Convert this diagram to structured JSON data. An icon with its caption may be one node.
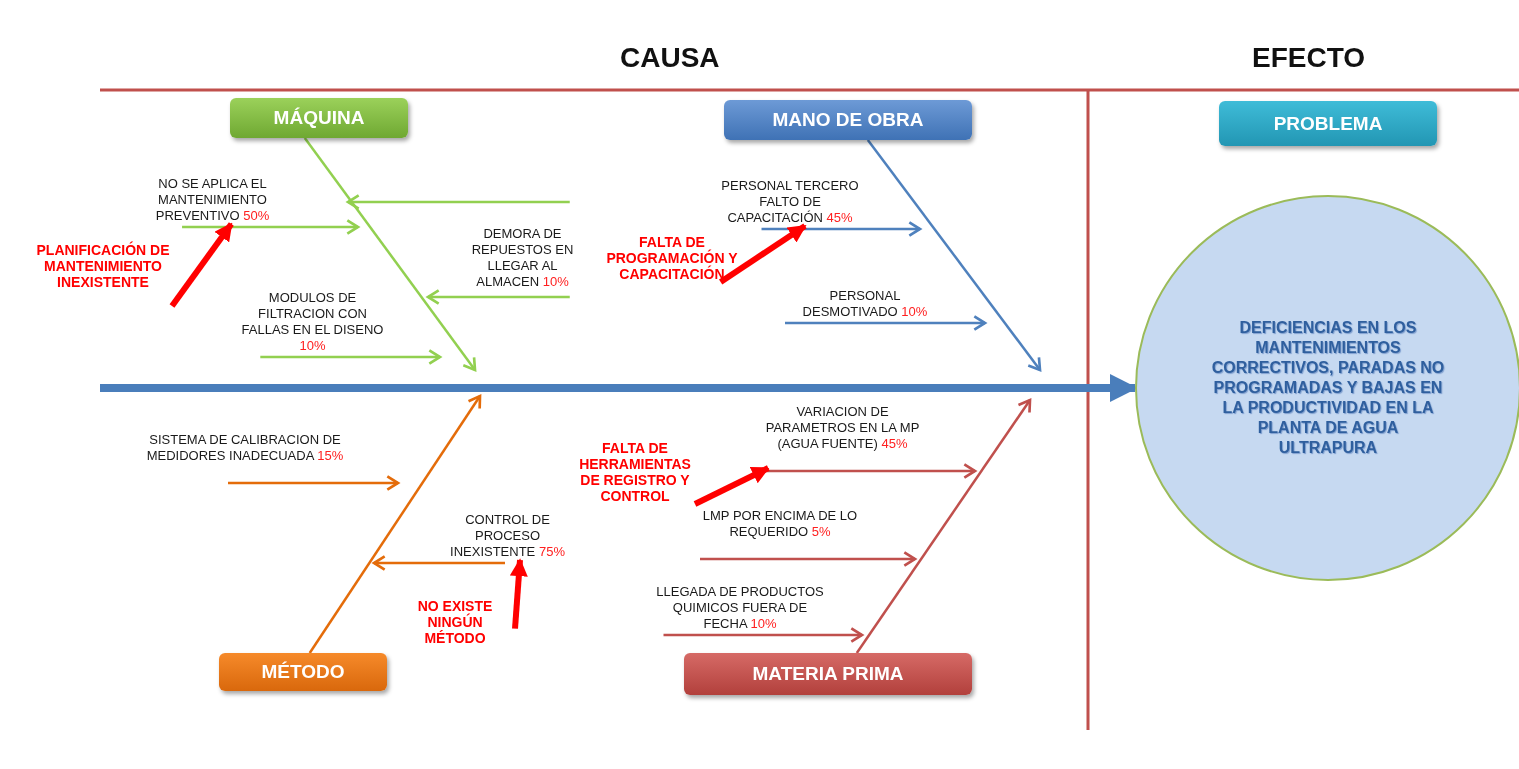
{
  "diagram": {
    "nodes": [
      {
        "text": [
          "MÁQUINA"
        ]
      },
      {
        "text": [
          "MANO DE OBRA"
        ]
      },
      {
        "text": [
          "PROBLEMA"
        ]
      },
      {
        "text": [
          "MÉTODO"
        ]
      },
      {
        "text": [
          "MATERIA PRIMA"
        ]
      },
      {
        "text": [
          "DEFICIENCIAS EN LOS MANTENIMIENTOS CORRECTIVOS, PARADAS NO PROGRAMADAS Y BAJAS EN LA PRODUCTIVIDAD EN LA PLANTA DE AGUA ULTRAPURA"
        ]
      },
      {
        "text": [
          "NO SE APLICA EL MANTENIMIENTO PREVENTIVO",
          "50%"
        ]
      },
      {
        "text": [
          "DEMORA DE REPUESTOS EN LLEGAR AL ALMACEN",
          "10%"
        ]
      },
      {
        "text": [
          "MODULOS DE FILTRACION CON FALLAS EN EL DISENO",
          "10%"
        ]
      },
      {
        "text": [
          "PLANIFICACIÓN DE MANTENIMIENTO INEXISTENTE"
        ]
      },
      {
        "text": [
          "PERSONAL TERCERO FALTO DE CAPACITACIÓN",
          "45%"
        ]
      },
      {
        "text": [
          "FALTA DE PROGRAMACIÓN Y CAPACITACIÓN"
        ]
      },
      {
        "text": [
          "PERSONAL DESMOTIVADO",
          "10%"
        ]
      },
      {
        "text": [
          "SISTEMA DE CALIBRACION DE MEDIDORES INADECUADA",
          "15%"
        ]
      },
      {
        "text": [
          "CONTROL DE PROCESO INEXISTENTE",
          "75%"
        ]
      },
      {
        "text": [
          "NO EXISTE NINGÚN MÉTODO"
        ]
      },
      {
        "text": [
          "VARIACION DE PARAMETROS EN LA MP (AGUA FUENTE)",
          "45%"
        ]
      },
      {
        "text": [
          "FALTA DE HERRAMIENTAS DE REGISTRO Y CONTROL"
        ]
      },
      {
        "text": [
          "LMP POR ENCIMA DE LO REQUERIDO",
          "5%"
        ]
      },
      {
        "text": [
          "LLEGADA DE PRODUCTOS QUIMICOS FUERA DE FECHA",
          "10%"
        ]
      }
    ],
    "edges": [
      {
        "from": null,
        "to": 5,
        "arrow": "to",
        "style": "thick",
        "color": "#4a7ebb"
      },
      {
        "from": 0,
        "to": null,
        "arrow": "to",
        "color": "#92d050"
      },
      {
        "from": 1,
        "to": null,
        "arrow": "to",
        "color": "#4f81bd"
      },
      {
        "from": 3,
        "to": null,
        "arrow": "to",
        "color": "#e46c0a"
      },
      {
        "from": 4,
        "to": null,
        "arrow": "to",
        "color": "#c0504d"
      },
      {
        "from": 6,
        "to": null,
        "arrow": "to",
        "color": "#92d050"
      },
      {
        "from": 7,
        "to": null,
        "arrow": "to",
        "color": "#92d050"
      },
      {
        "from": 7,
        "to": null,
        "arrow": "to",
        "color": "#92d050"
      },
      {
        "from": 8,
        "to": null,
        "arrow": "to",
        "color": "#92d050"
      },
      {
        "from": 9,
        "to": 6,
        "arrow": "to",
        "style": "thick",
        "color": "#ff0000"
      },
      {
        "from": 10,
        "to": null,
        "arrow": "to",
        "color": "#4f81bd"
      },
      {
        "from": 11,
        "to": 10,
        "arrow": "to",
        "style": "thick",
        "color": "#ff0000"
      },
      {
        "from": 12,
        "to": null,
        "arrow": "to",
        "color": "#4f81bd"
      },
      {
        "from": 13,
        "to": null,
        "arrow": "to",
        "color": "#e46c0a"
      },
      {
        "from": 14,
        "to": null,
        "arrow": "to",
        "color": "#e46c0a"
      },
      {
        "from": 15,
        "to": 14,
        "arrow": "to",
        "style": "thick",
        "color": "#ff0000"
      },
      {
        "from": 16,
        "to": null,
        "arrow": "to",
        "color": "#c0504d"
      },
      {
        "from": 17,
        "to": 16,
        "arrow": "to",
        "style": "thick",
        "color": "#ff0000"
      },
      {
        "from": 18,
        "to": null,
        "arrow": "to",
        "color": "#c0504d"
      },
      {
        "from": 19,
        "to": null,
        "arrow": "to",
        "color": "#c0504d"
      }
    ],
    "labels": [
      "CAUSA",
      "EFECTO"
    ]
  }
}
